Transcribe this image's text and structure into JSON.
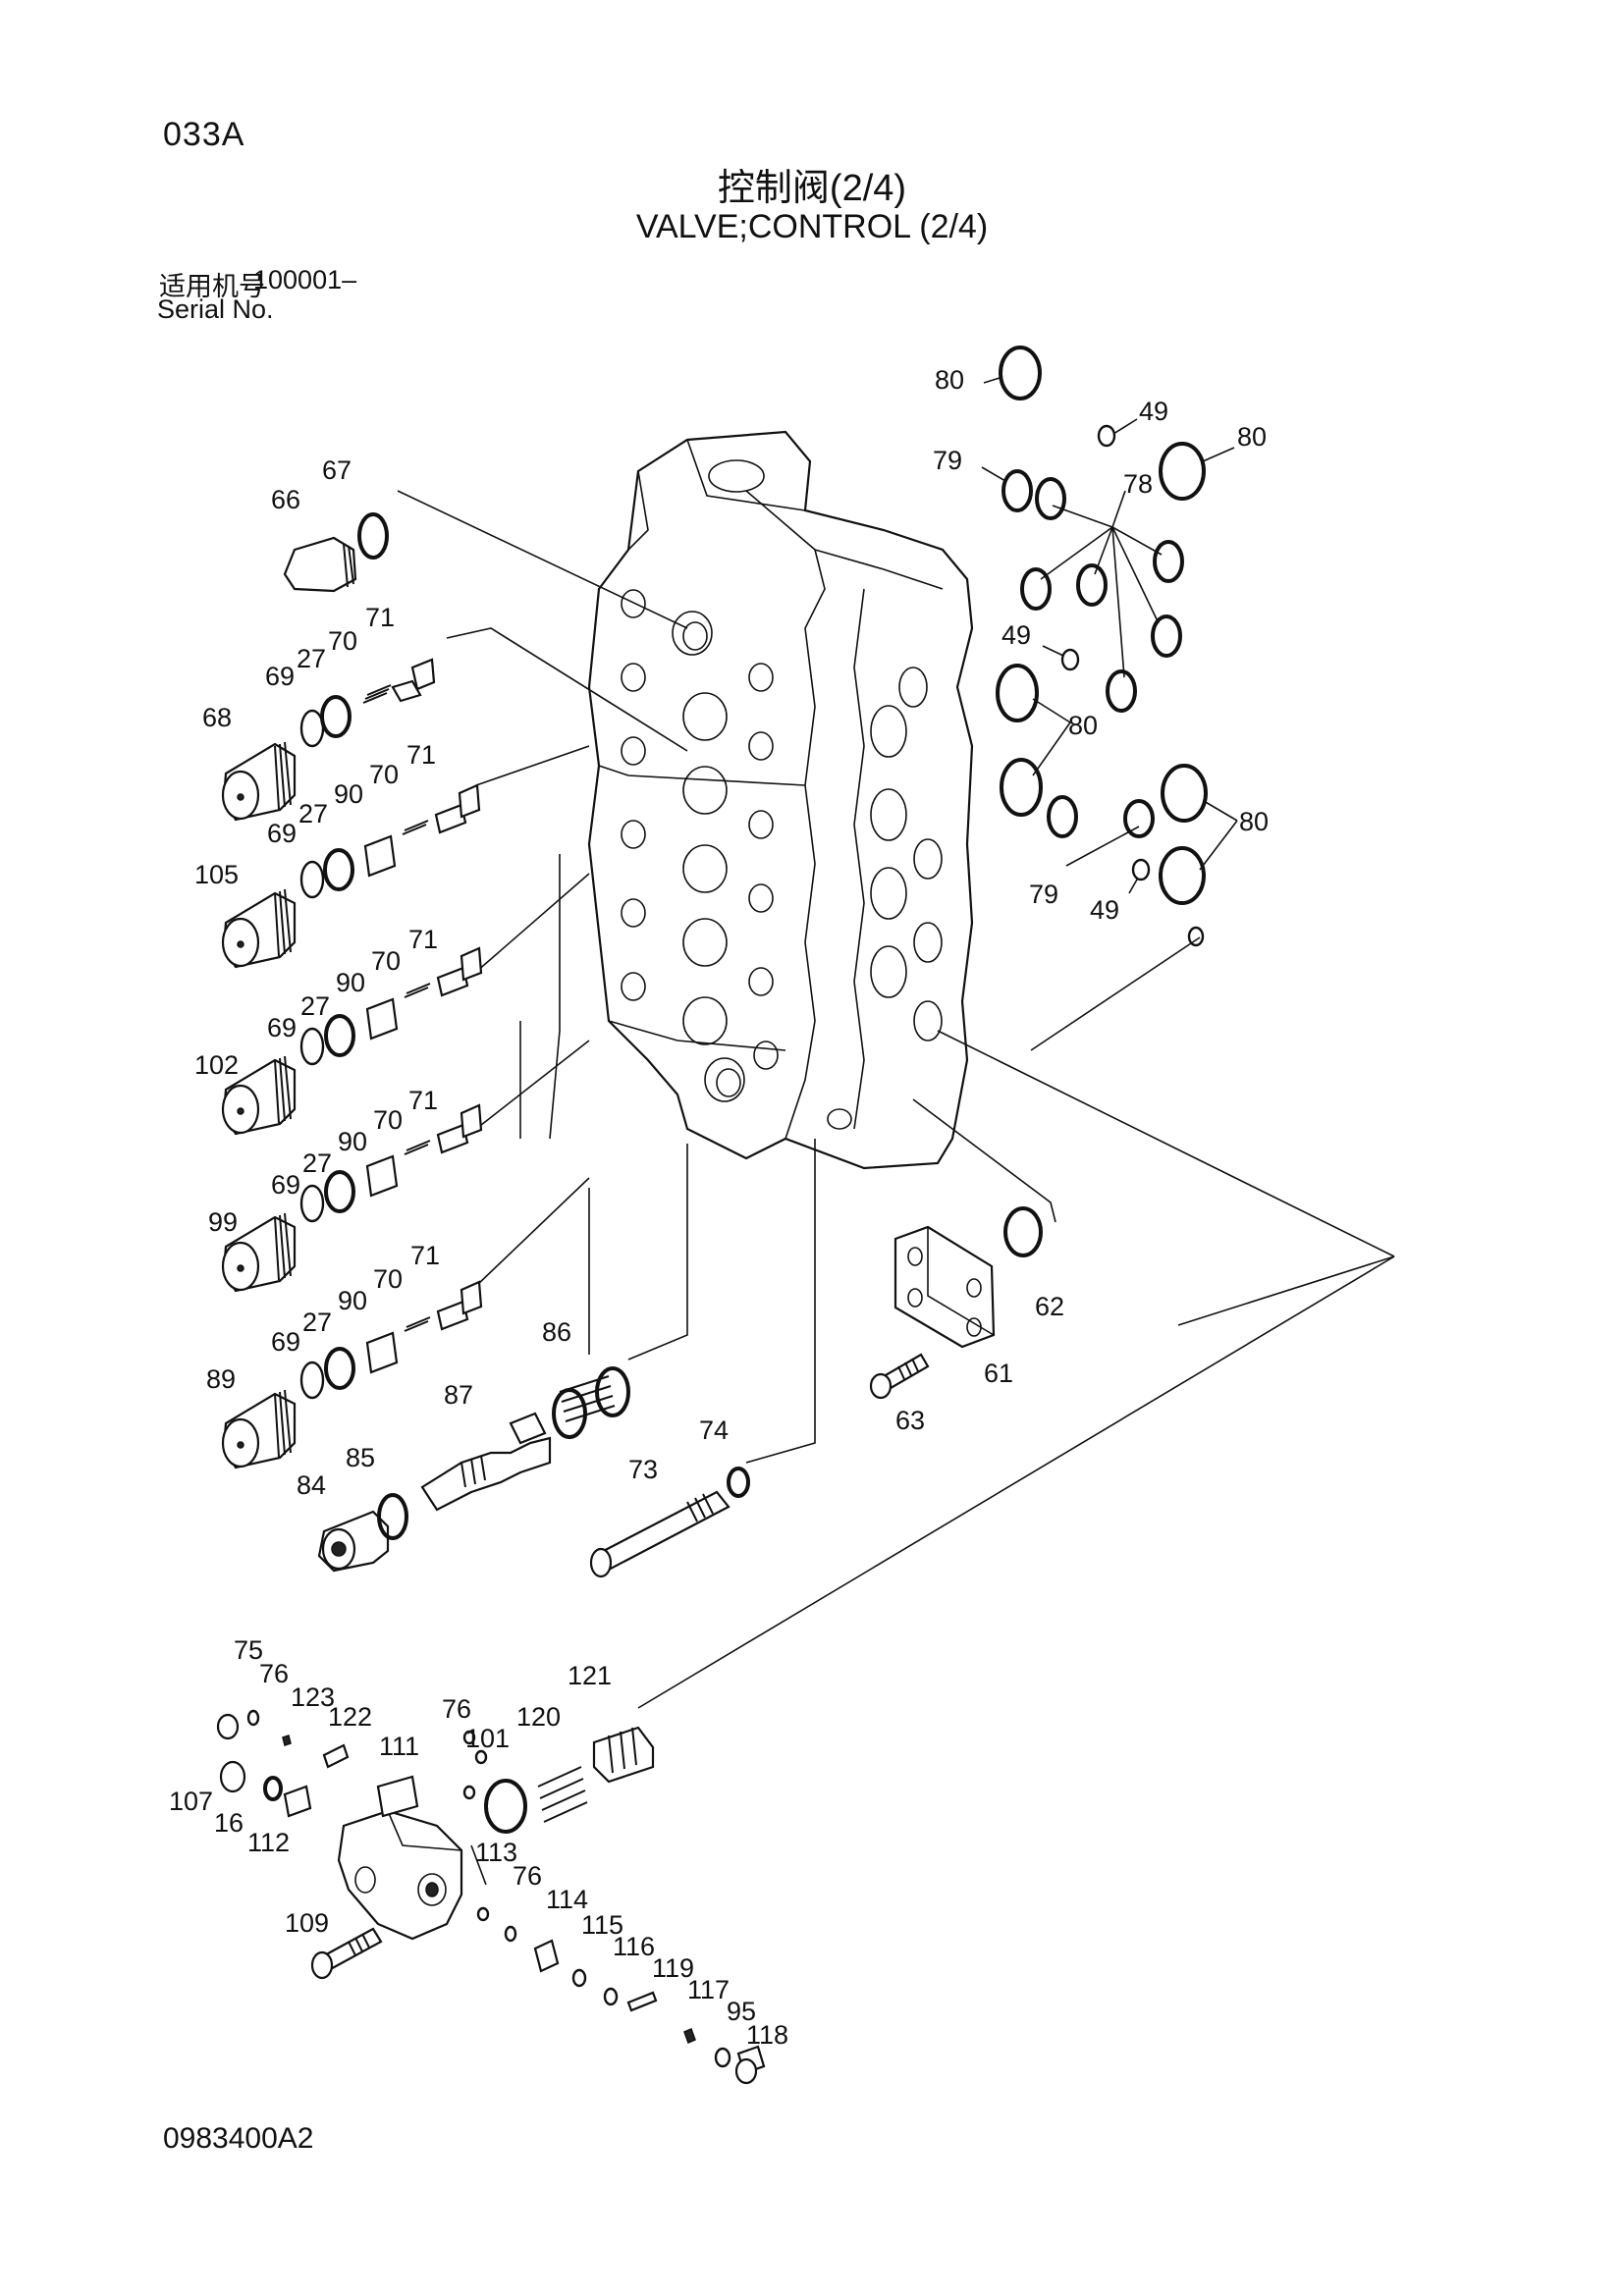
{
  "page_code": "033A",
  "title_cn": "控制阀(2/4)",
  "title_en": "VALVE;CONTROL (2/4)",
  "serial": {
    "label_cn": "适用机号",
    "value": "100001–",
    "label_en": "Serial No."
  },
  "doc_code": "0983400A2",
  "callouts": [
    {
      "id": "c80a",
      "text": "80"
    },
    {
      "id": "c49a",
      "text": "49"
    },
    {
      "id": "c80b",
      "text": "80"
    },
    {
      "id": "c79a",
      "text": "79"
    },
    {
      "id": "c78",
      "text": "78"
    },
    {
      "id": "c49b",
      "text": "49"
    },
    {
      "id": "c80c",
      "text": "80"
    },
    {
      "id": "c80d",
      "text": "80"
    },
    {
      "id": "c79b",
      "text": "79"
    },
    {
      "id": "c49c",
      "text": "49"
    },
    {
      "id": "c67",
      "text": "67"
    },
    {
      "id": "c66",
      "text": "66"
    },
    {
      "id": "c71a",
      "text": "71"
    },
    {
      "id": "c70a",
      "text": "70"
    },
    {
      "id": "c27a",
      "text": "27"
    },
    {
      "id": "c69a",
      "text": "69"
    },
    {
      "id": "c68",
      "text": "68"
    },
    {
      "id": "c71b",
      "text": "71"
    },
    {
      "id": "c70b",
      "text": "70"
    },
    {
      "id": "c90b",
      "text": "90"
    },
    {
      "id": "c27b",
      "text": "27"
    },
    {
      "id": "c69b",
      "text": "69"
    },
    {
      "id": "c105",
      "text": "105"
    },
    {
      "id": "c71c",
      "text": "71"
    },
    {
      "id": "c70c",
      "text": "70"
    },
    {
      "id": "c90c",
      "text": "90"
    },
    {
      "id": "c27c",
      "text": "27"
    },
    {
      "id": "c69c",
      "text": "69"
    },
    {
      "id": "c102",
      "text": "102"
    },
    {
      "id": "c71d",
      "text": "71"
    },
    {
      "id": "c70d",
      "text": "70"
    },
    {
      "id": "c90d",
      "text": "90"
    },
    {
      "id": "c27d",
      "text": "27"
    },
    {
      "id": "c69d",
      "text": "69"
    },
    {
      "id": "c99",
      "text": "99"
    },
    {
      "id": "c71e",
      "text": "71"
    },
    {
      "id": "c70e",
      "text": "70"
    },
    {
      "id": "c90e",
      "text": "90"
    },
    {
      "id": "c27e",
      "text": "27"
    },
    {
      "id": "c69e",
      "text": "69"
    },
    {
      "id": "c89",
      "text": "89"
    },
    {
      "id": "c86",
      "text": "86"
    },
    {
      "id": "c87",
      "text": "87"
    },
    {
      "id": "c85",
      "text": "85"
    },
    {
      "id": "c84",
      "text": "84"
    },
    {
      "id": "c74",
      "text": "74"
    },
    {
      "id": "c73",
      "text": "73"
    },
    {
      "id": "c62",
      "text": "62"
    },
    {
      "id": "c61",
      "text": "61"
    },
    {
      "id": "c63",
      "text": "63"
    },
    {
      "id": "c75",
      "text": "75"
    },
    {
      "id": "c76a",
      "text": "76"
    },
    {
      "id": "c123",
      "text": "123"
    },
    {
      "id": "c122",
      "text": "122"
    },
    {
      "id": "c107",
      "text": "107"
    },
    {
      "id": "c16",
      "text": "16"
    },
    {
      "id": "c112",
      "text": "112"
    },
    {
      "id": "c111",
      "text": "111"
    },
    {
      "id": "c76b",
      "text": "76"
    },
    {
      "id": "c101",
      "text": "101"
    },
    {
      "id": "c120",
      "text": "120"
    },
    {
      "id": "c121",
      "text": "121"
    },
    {
      "id": "c113",
      "text": "113"
    },
    {
      "id": "c76c",
      "text": "76"
    },
    {
      "id": "c114",
      "text": "114"
    },
    {
      "id": "c115",
      "text": "115"
    },
    {
      "id": "c116",
      "text": "116"
    },
    {
      "id": "c119",
      "text": "119"
    },
    {
      "id": "c117",
      "text": "117"
    },
    {
      "id": "c95",
      "text": "95"
    },
    {
      "id": "c118",
      "text": "118"
    },
    {
      "id": "c109",
      "text": "109"
    }
  ]
}
